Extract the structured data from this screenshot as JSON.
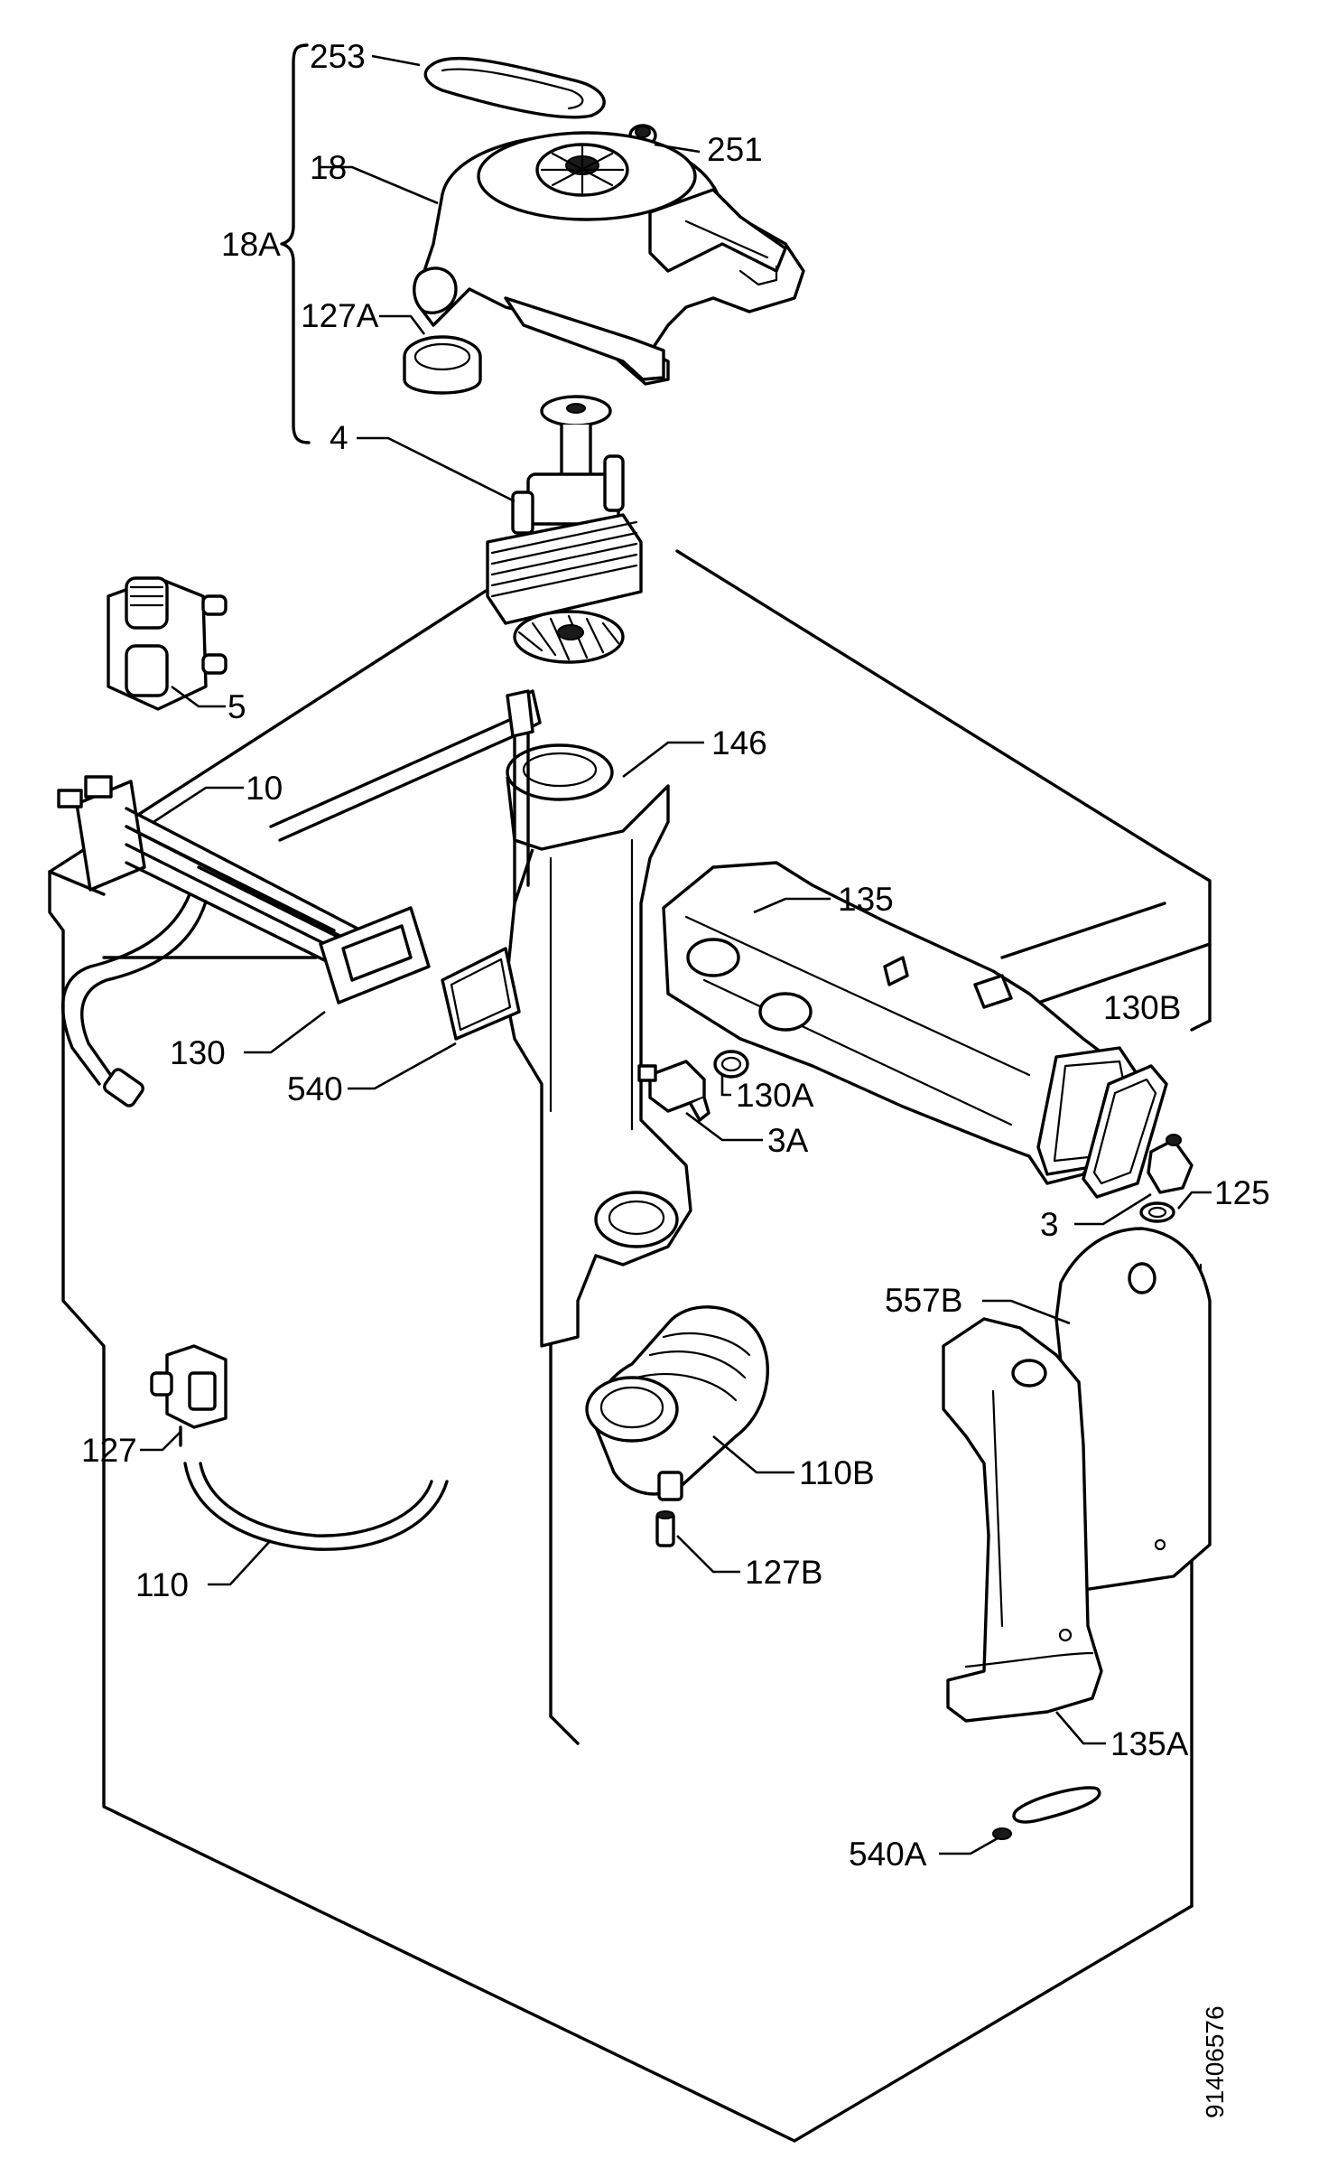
{
  "drawing_number": "91406576",
  "callouts": {
    "c253": "253",
    "c251": "251",
    "c18": "18",
    "c18a": "18A",
    "c127a": "127A",
    "c4": "4",
    "c5": "5",
    "c146": "146",
    "c10": "10",
    "c135": "135",
    "c130b": "130B",
    "c130": "130",
    "c540": "540",
    "c130a": "130A",
    "c3a": "3A",
    "c3": "3",
    "c125": "125",
    "c557b": "557B",
    "c127": "127",
    "c110b": "110B",
    "c110": "110",
    "c127b": "127B",
    "c135a": "135A",
    "c540a": "540A"
  }
}
